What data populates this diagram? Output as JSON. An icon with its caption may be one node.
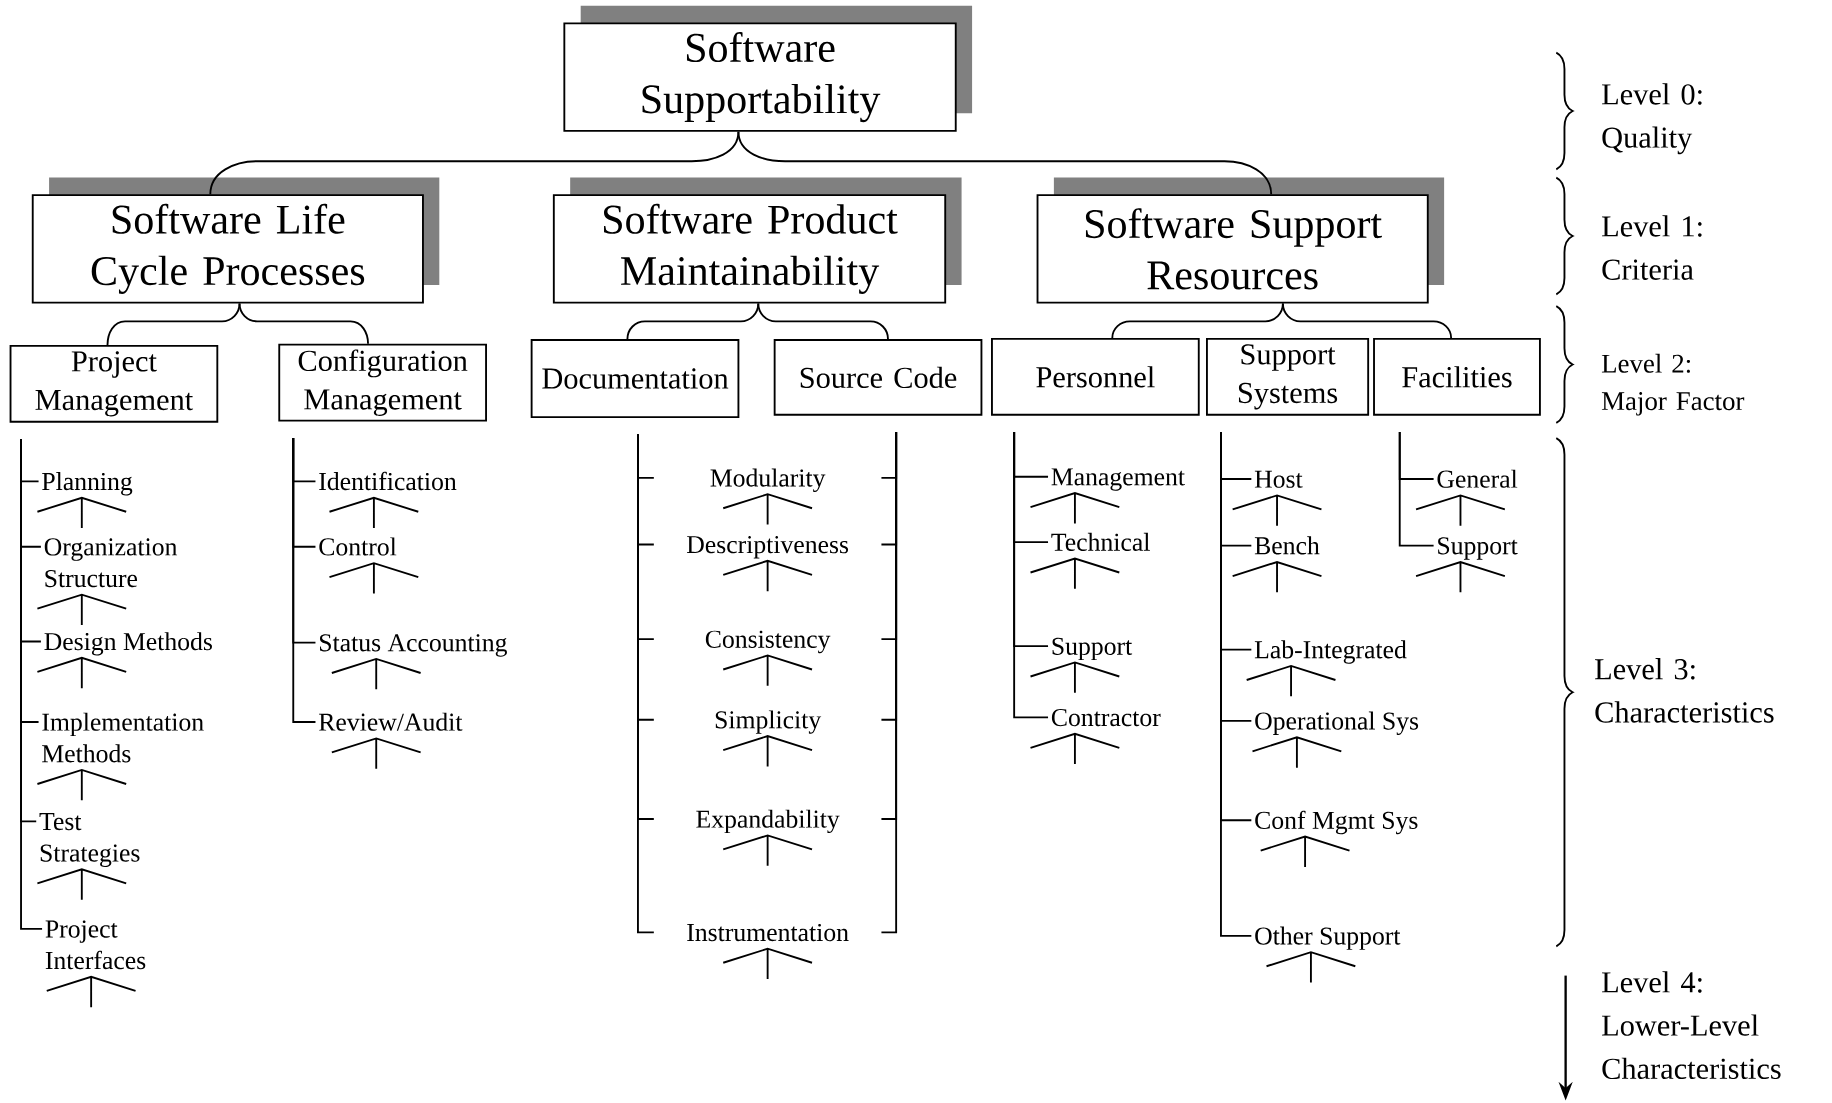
{
  "diagram": {
    "nodes": [
      {
        "text": [
          "Software Supportability"
        ]
      },
      {
        "text": [
          "Software Life Cycle Processes"
        ]
      },
      {
        "text": [
          "Software Product Maintainability"
        ]
      },
      {
        "text": [
          "Software Support Resources"
        ]
      },
      {
        "text": [
          "Project Management"
        ]
      },
      {
        "text": [
          "Configuration Management"
        ]
      },
      {
        "text": [
          "Documentation"
        ]
      },
      {
        "text": [
          "Source Code"
        ]
      },
      {
        "text": [
          "Personnel"
        ]
      },
      {
        "text": [
          "Support Systems"
        ]
      },
      {
        "text": [
          "Facilities"
        ]
      },
      {
        "text": [
          "Planning"
        ]
      },
      {
        "text": [
          "Organization Structure"
        ]
      },
      {
        "text": [
          "Design Methods"
        ]
      },
      {
        "text": [
          "Implementation Methods"
        ]
      },
      {
        "text": [
          "Test Strategies"
        ]
      },
      {
        "text": [
          "Project Interfaces"
        ]
      },
      {
        "text": [
          "Identification"
        ]
      },
      {
        "text": [
          "Control"
        ]
      },
      {
        "text": [
          "Status Accounting"
        ]
      },
      {
        "text": [
          "Review/Audit"
        ]
      },
      {
        "text": [
          "Modularity"
        ]
      },
      {
        "text": [
          "Descriptiveness"
        ]
      },
      {
        "text": [
          "Consistency"
        ]
      },
      {
        "text": [
          "Simplicity"
        ]
      },
      {
        "text": [
          "Expandability"
        ]
      },
      {
        "text": [
          "Instrumentation"
        ]
      },
      {
        "text": [
          "Management"
        ]
      },
      {
        "text": [
          "Technical"
        ]
      },
      {
        "text": [
          "Support"
        ]
      },
      {
        "text": [
          "Contractor"
        ]
      },
      {
        "text": [
          "Host"
        ]
      },
      {
        "text": [
          "Bench"
        ]
      },
      {
        "text": [
          "Lab-Integrated"
        ]
      },
      {
        "text": [
          "Operational Sys"
        ]
      },
      {
        "text": [
          "Conf Mgmt Sys"
        ]
      },
      {
        "text": [
          "Other Support"
        ]
      },
      {
        "text": [
          "General"
        ]
      },
      {
        "text": [
          "Support"
        ]
      }
    ],
    "edges": [
      {
        "from": 0,
        "to": 1,
        "arrow": "none"
      },
      {
        "from": 0,
        "to": 3,
        "arrow": "none"
      },
      {
        "from": 1,
        "to": 4,
        "arrow": "none"
      },
      {
        "from": 1,
        "to": 5,
        "arrow": "none"
      },
      {
        "from": 2,
        "to": 6,
        "arrow": "none"
      },
      {
        "from": 2,
        "to": 7,
        "arrow": "none"
      },
      {
        "from": 3,
        "to": 8,
        "arrow": "none"
      },
      {
        "from": 3,
        "to": 10,
        "arrow": "none"
      },
      {
        "from": 4,
        "to": 11,
        "arrow": "none"
      },
      {
        "from": 4,
        "to": 12,
        "arrow": "none"
      },
      {
        "from": 4,
        "to": 13,
        "arrow": "none"
      },
      {
        "from": 4,
        "to": 14,
        "arrow": "none"
      },
      {
        "from": 4,
        "to": 15,
        "arrow": "none"
      },
      {
        "from": 4,
        "to": 16,
        "arrow": "none"
      },
      {
        "from": 5,
        "to": 17,
        "arrow": "none"
      },
      {
        "from": 5,
        "to": 18,
        "arrow": "none"
      },
      {
        "from": 5,
        "to": 19,
        "arrow": "none"
      },
      {
        "from": 5,
        "to": 20,
        "arrow": "none"
      },
      {
        "from": 6,
        "to": 21,
        "arrow": "none"
      },
      {
        "from": 7,
        "to": 21,
        "arrow": "none"
      },
      {
        "from": 6,
        "to": 22,
        "arrow": "none"
      },
      {
        "from": 7,
        "to": 22,
        "arrow": "none"
      },
      {
        "from": 6,
        "to": 23,
        "arrow": "none"
      },
      {
        "from": 7,
        "to": 23,
        "arrow": "none"
      },
      {
        "from": 6,
        "to": 24,
        "arrow": "none"
      },
      {
        "from": 7,
        "to": 24,
        "arrow": "none"
      },
      {
        "from": 6,
        "to": 25,
        "arrow": "none"
      },
      {
        "from": 7,
        "to": 25,
        "arrow": "none"
      },
      {
        "from": 6,
        "to": 26,
        "arrow": "none"
      },
      {
        "from": 7,
        "to": 26,
        "arrow": "none"
      },
      {
        "from": 8,
        "to": 27,
        "arrow": "none"
      },
      {
        "from": 8,
        "to": 28,
        "arrow": "none"
      },
      {
        "from": 8,
        "to": 29,
        "arrow": "none"
      },
      {
        "from": 8,
        "to": 30,
        "arrow": "none"
      },
      {
        "from": 9,
        "to": 31,
        "arrow": "none"
      },
      {
        "from": 9,
        "to": 32,
        "arrow": "none"
      },
      {
        "from": 9,
        "to": 33,
        "arrow": "none"
      },
      {
        "from": 9,
        "to": 34,
        "arrow": "none"
      },
      {
        "from": 9,
        "to": 35,
        "arrow": "none"
      },
      {
        "from": 9,
        "to": 36,
        "arrow": "none"
      },
      {
        "from": 10,
        "to": 37,
        "arrow": "none"
      },
      {
        "from": 10,
        "to": 38,
        "arrow": "none"
      }
    ],
    "labels": [
      "Level 0: Quality",
      "Level 1: Criteria",
      "Level 2: Major Factor",
      "Level 3: Characteristics",
      "Level 4: Lower-Level Characteristics"
    ]
  }
}
